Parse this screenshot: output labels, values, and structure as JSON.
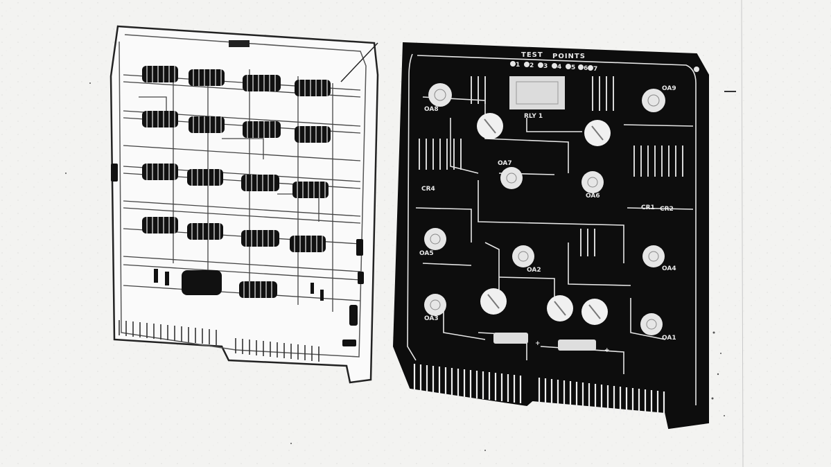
{
  "photo": {
    "subject": "two printed circuit boards"
  },
  "right_board": {
    "header": {
      "test": "TEST",
      "points": "POINTS",
      "point_numbers": [
        "1",
        "2",
        "3",
        "4",
        "5",
        "6",
        "7"
      ]
    },
    "labels": {
      "oa1": "OA1",
      "oa2": "OA2",
      "oa3": "OA3",
      "oa4": "OA4",
      "oa5": "OA5",
      "oa6": "OA6",
      "oa7": "OA7",
      "oa8": "OA8",
      "oa9": "OA9",
      "cr1": "CR1",
      "cr2": "CR2",
      "cr4": "CR4",
      "rly": "RLY 1",
      "plus_a": "+",
      "plus_b": "+"
    }
  }
}
